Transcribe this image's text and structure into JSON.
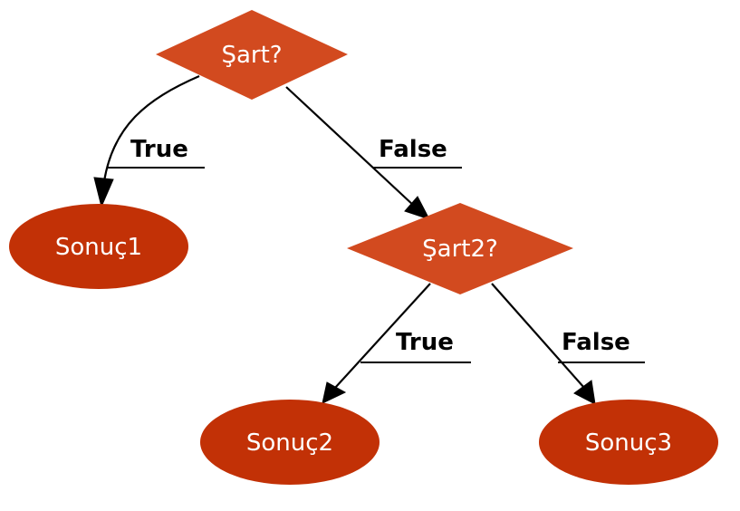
{
  "colors": {
    "decision_fill": "#d24a1f",
    "result_fill": "#c23106",
    "text": "#ffffff",
    "edge": "#000000"
  },
  "nodes": {
    "condition1": {
      "label": "Şart?",
      "shape": "diamond"
    },
    "condition2": {
      "label": "Şart2?",
      "shape": "diamond"
    },
    "result1": {
      "label": "Sonuç1",
      "shape": "ellipse"
    },
    "result2": {
      "label": "Sonuç2",
      "shape": "ellipse"
    },
    "result3": {
      "label": "Sonuç3",
      "shape": "ellipse"
    }
  },
  "edges": {
    "c1_to_r1": {
      "label": "True"
    },
    "c1_to_c2": {
      "label": "False"
    },
    "c2_to_r2": {
      "label": "True"
    },
    "c2_to_r3": {
      "label": "False"
    }
  }
}
